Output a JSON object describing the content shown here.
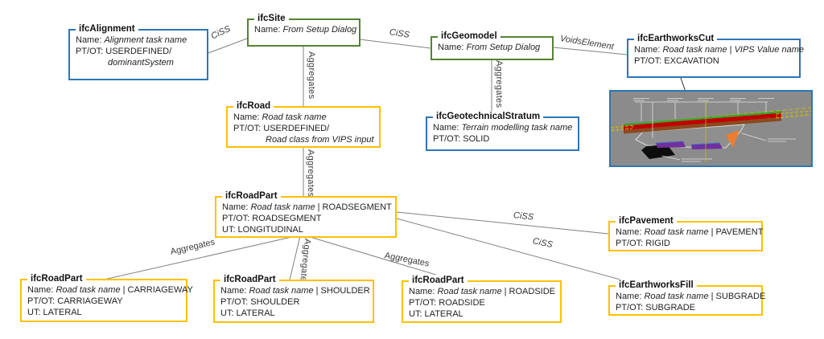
{
  "colors": {
    "blue": "#2E75B6",
    "green": "#548235",
    "orange": "#FFC000",
    "line": "#808080"
  },
  "boxes": {
    "alignment": {
      "title": "ifcAlignment",
      "name_label": "Name:",
      "name_value": "Alignment task name",
      "pt_line": "PT/OT: USERDEFINED/",
      "pt_extra": "dominantSystem"
    },
    "site": {
      "title": "ifcSite",
      "name_label": "Name:",
      "name_value": "From Setup Dialog"
    },
    "geomodel": {
      "title": "ifcGeomodel",
      "name_label": "Name:",
      "name_value": "From Setup Dialog"
    },
    "earthworks_cut": {
      "title": "ifcEarthworksCut",
      "name_label": "Name:",
      "name_value": "Road task name",
      "name_sep": "|",
      "name_value2": "VIPS Value name",
      "pt_line": "PT/OT: EXCAVATION"
    },
    "road": {
      "title": "ifcRoad",
      "name_label": "Name:",
      "name_value": "Road task name",
      "pt_line": "PT/OT: USERDEFINED/",
      "pt_extra": "Road class from VIPS input"
    },
    "geotechnical_stratum": {
      "title": "ifcGeotechnicalStratum",
      "name_label": "Name:",
      "name_value": "Terrain modelling task name",
      "pt_line": "PT/OT: SOLID"
    },
    "road_part_segment": {
      "title": "ifcRoadPart",
      "name_label": "Name:",
      "name_value": "Road task name",
      "name_suffix": "| ROADSEGMENT",
      "pt_line": "PT/OT: ROADSEGMENT",
      "ut_line": "UT: LONGITUDINAL"
    },
    "pavement": {
      "title": "ifcPavement",
      "name_label": "Name:",
      "name_value": "Road task name",
      "name_suffix": "| PAVEMENT",
      "pt_line": "PT/OT: RIGID"
    },
    "road_part_carriageway": {
      "title": "ifcRoadPart",
      "name_label": "Name:",
      "name_value": "Road task name",
      "name_suffix": "| CARRIAGEWAY",
      "pt_line": "PT/OT: CARRIAGEWAY",
      "ut_line": "UT: LATERAL"
    },
    "road_part_shoulder": {
      "title": "ifcRoadPart",
      "name_label": "Name:",
      "name_value": "Road task name",
      "name_suffix": "| SHOULDER",
      "pt_line": "PT/OT: SHOULDER",
      "ut_line": "UT: LATERAL"
    },
    "road_part_roadside": {
      "title": "ifcRoadPart",
      "name_label": "Name:",
      "name_value": "Road task name",
      "name_suffix": "| ROADSIDE",
      "pt_line": "PT/OT: ROADSIDE",
      "ut_line": "UT: LATERAL"
    },
    "earthworks_fill": {
      "title": "ifcEarthworksFill",
      "name_label": "Name:",
      "name_value": "Road task name",
      "name_suffix": "| SUBGRADE",
      "pt_line": "PT/OT: SUBGRADE"
    }
  },
  "edge_labels": {
    "alignment_site": "CiSS",
    "site_geomodel": "CiSS",
    "site_road": "Aggregates",
    "geomodel_earthworks_cut": "VoidsElement",
    "geomodel_stratum": "Aggregates",
    "road_road_part": "Aggregates",
    "road_part_pavement": "CiSS",
    "road_part_earthworks_fill": "CiSS",
    "road_part_carriageway": "Aggregates",
    "road_part_shoulder": "Aggregates",
    "road_part_roadside": "Aggregates"
  }
}
